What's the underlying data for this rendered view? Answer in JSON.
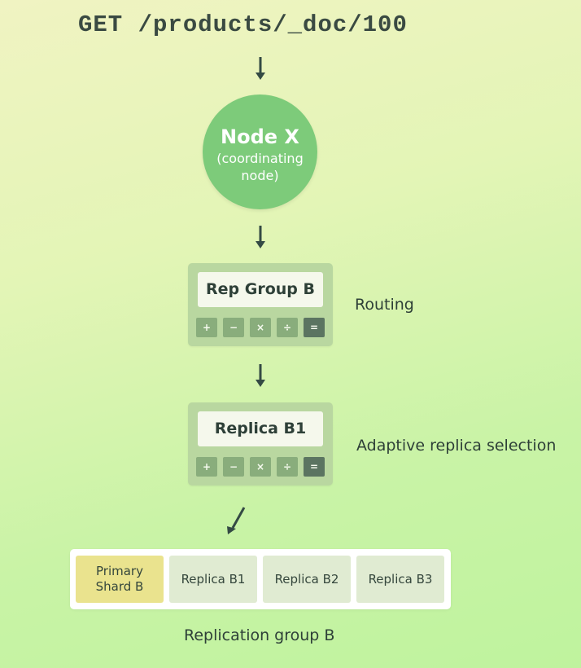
{
  "request": "GET /products/_doc/100",
  "coordinator": {
    "title": "Node X",
    "subtitle": "(coordinating node)"
  },
  "routing": {
    "display": "Rep Group B",
    "keys": [
      "+",
      "−",
      "×",
      "÷",
      "="
    ],
    "label": "Routing"
  },
  "selection": {
    "display": "Replica B1",
    "keys": [
      "+",
      "−",
      "×",
      "÷",
      "="
    ],
    "label": "Adaptive replica selection"
  },
  "replication_group": {
    "shards": [
      "Primary Shard B",
      "Replica B1",
      "Replica B2",
      "Replica B3"
    ],
    "label": "Replication group B"
  },
  "colors": {
    "node": "#7dcb7a",
    "calculator_body": "#b9d7a0",
    "calculator_key": "#89ad7c",
    "equals_key": "#5b7461",
    "primary_shard": "#eae38e",
    "replica_shard": "#e0ebd2",
    "arrow": "#344a44"
  }
}
